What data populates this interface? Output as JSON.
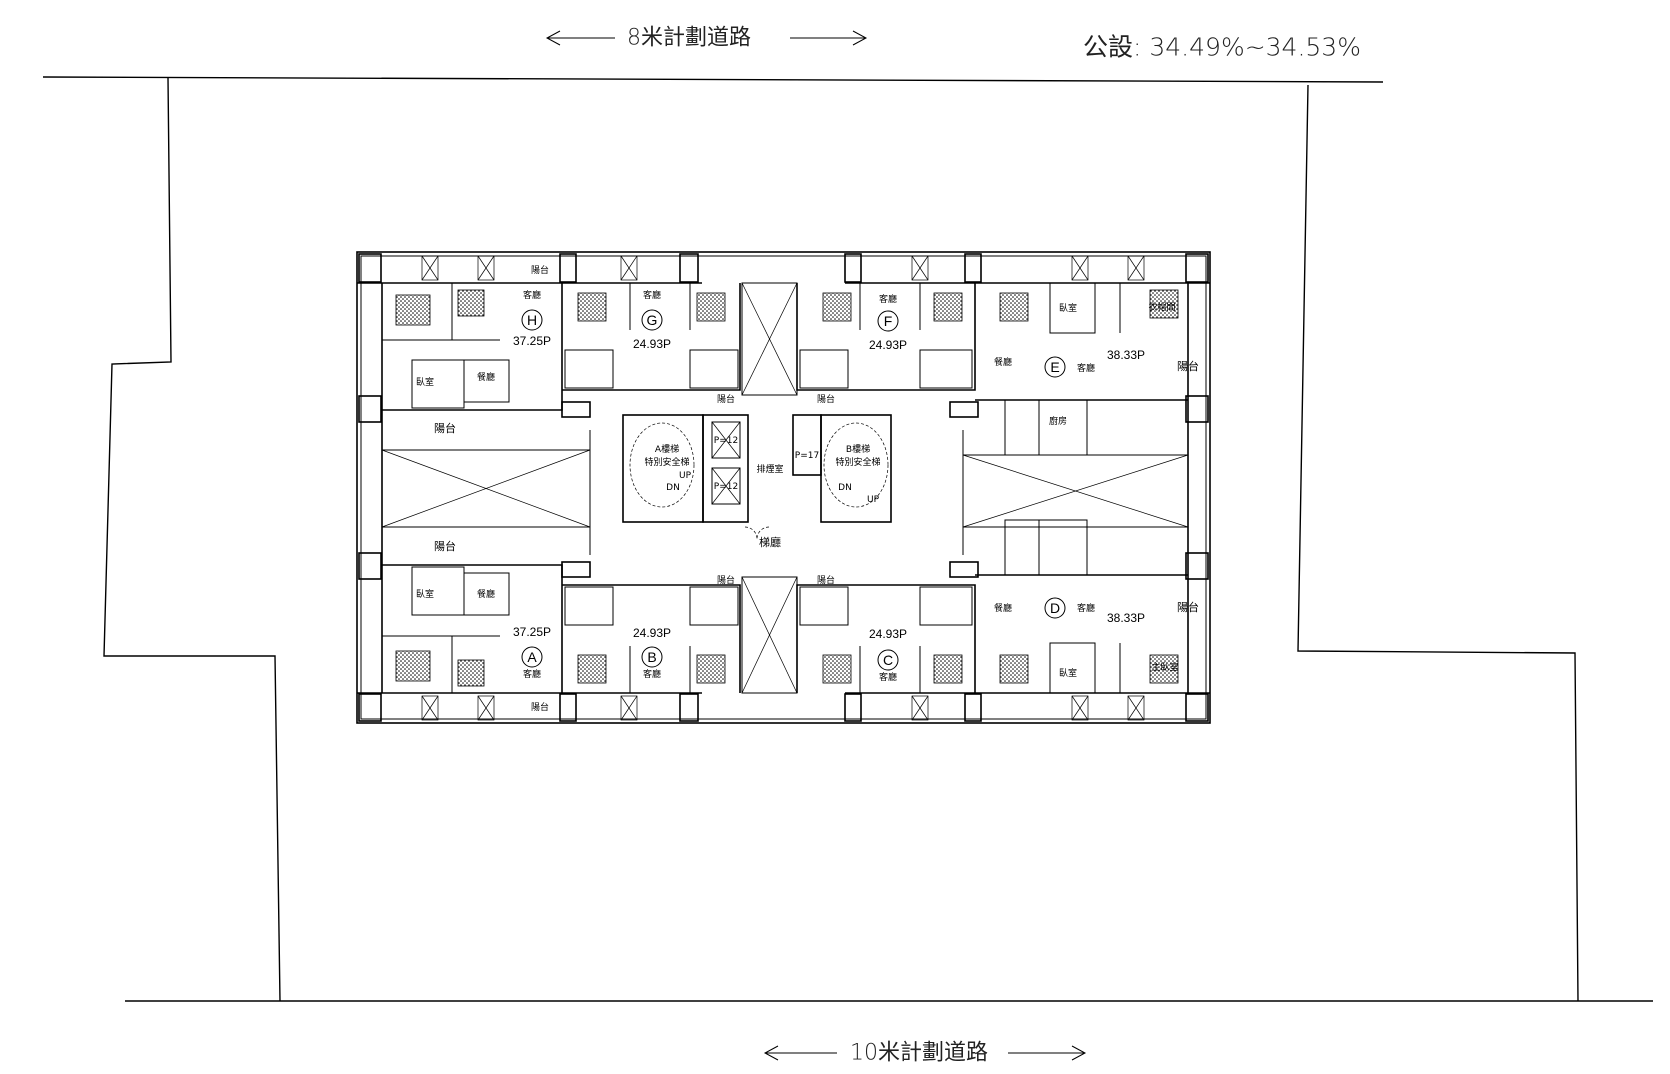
{
  "roads": {
    "top": "8米計劃道路",
    "bottom": "10米計劃道路"
  },
  "public_ratio": "公設: 34.49%~34.53%",
  "units": [
    {
      "letter": "H",
      "area": "37.25P"
    },
    {
      "letter": "G",
      "area": "24.93P"
    },
    {
      "letter": "F",
      "area": "24.93P"
    },
    {
      "letter": "E",
      "area": "38.33P"
    },
    {
      "letter": "D",
      "area": "38.33P"
    },
    {
      "letter": "C",
      "area": "24.93P"
    },
    {
      "letter": "B",
      "area": "24.93P"
    },
    {
      "letter": "A",
      "area": "37.25P"
    }
  ],
  "rooms": {
    "balcony": "陽台",
    "living": "客廳",
    "bedroom": "臥室",
    "master_bedroom": "主臥室",
    "dining": "餐廳",
    "kitchen": "廚房",
    "closet": "衣帽間",
    "smoke_room": "排煙室",
    "elevator_hall": "梯廳",
    "stair_a": "A樓梯",
    "special_stair": "特別安全梯",
    "stair_b": "B樓梯",
    "elevator_capacity": "P=12",
    "accessible_elevator": "P=17",
    "up": "UP",
    "dn": "DN"
  }
}
